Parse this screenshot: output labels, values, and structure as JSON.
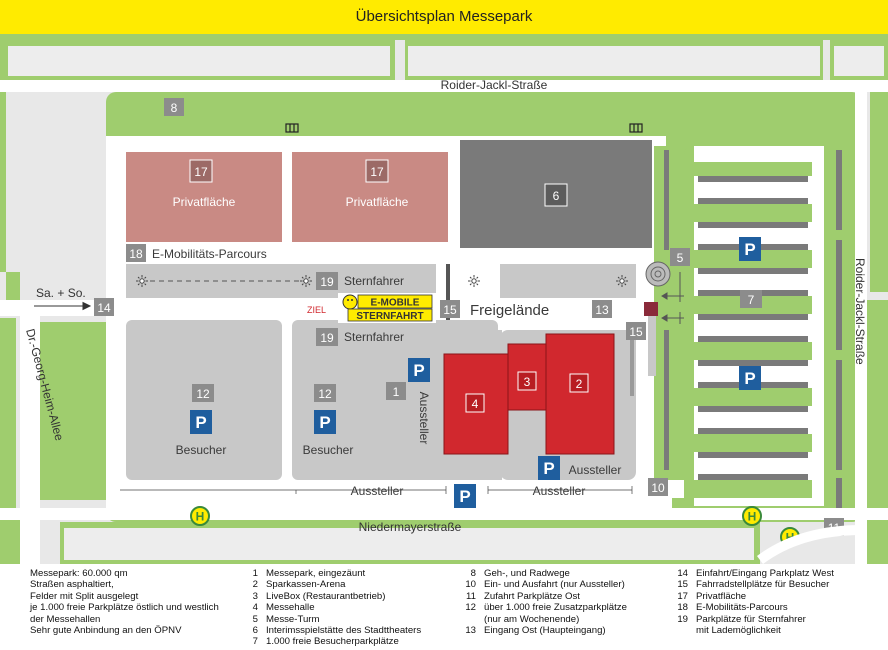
{
  "title": "Übersichtsplan Messepark",
  "colors": {
    "green": "#9fcd6e",
    "road": "#ffffff",
    "grey": "#c8c8c8",
    "dark_grey": "#7a7a7a",
    "private": "#c98a84",
    "hall": "#d1282e",
    "parking_blue": "#1f5e9e",
    "yellow": "#ffeb00"
  },
  "streets": {
    "top": "Roider-Jackl-Straße",
    "right": "Roider-Jackl-Straße",
    "bottom": "Niedermayerstraße",
    "left": "Dr.-Georg-Heim-Allee",
    "left_arrow": "Sa. + So."
  },
  "areas": {
    "privat_1": {
      "num": "17",
      "label": "Privatfläche"
    },
    "privat_2": {
      "num": "17",
      "label": "Privatfläche"
    },
    "theater": {
      "num": "6"
    },
    "emobility": {
      "num": "18",
      "label": "E-Mobilitäts-Parcours"
    },
    "sternfahrer_1": {
      "num": "19",
      "label": "Sternfahrer"
    },
    "sternfahrer_2": {
      "num": "19",
      "label": "Sternfahrer"
    },
    "ziel": "ZIEL",
    "logo_line1": "E-MOBILE",
    "logo_line2": "STERNFAHRT",
    "gate_15": "15",
    "freigelaende": "Freigelände",
    "east_entrance": "13",
    "bike_15": "15",
    "tower_5": "5",
    "besucher_left": {
      "num": "12",
      "label": "Besucher"
    },
    "besucher_mid": {
      "num": "12",
      "label": "Besucher"
    },
    "messepark": {
      "num": "1"
    },
    "aussteller_vertical": "Aussteller",
    "hall_4": "4",
    "hall_3": "3",
    "hall_2": "2",
    "aussteller_right": "Aussteller",
    "aussteller_bottom_1": "Aussteller",
    "aussteller_bottom_2": "Aussteller",
    "entry_10": "10",
    "parking_east": "7",
    "road_8": "8",
    "road_14": "14",
    "road_11": "11",
    "parking_symbol": "P",
    "bus_symbol": "H"
  },
  "legend": {
    "info": [
      "Messepark: 60.000 qm",
      "Straßen asphaltiert,",
      "Felder mit Split ausgelegt",
      "je 1.000 freie Parkplätze östlich und westlich",
      "der Messehallen",
      "Sehr gute Anbindung an den ÖPNV"
    ],
    "col1": [
      {
        "num": "1",
        "text": "Messepark, eingezäunt"
      },
      {
        "num": "2",
        "text": "Sparkassen-Arena"
      },
      {
        "num": "3",
        "text": "LiveBox (Restaurantbetrieb)"
      },
      {
        "num": "4",
        "text": "Messehalle"
      },
      {
        "num": "5",
        "text": "Messe-Turm"
      },
      {
        "num": "6",
        "text": "Interimsspielstätte des Stadttheaters"
      },
      {
        "num": "7",
        "text": "1.000 freie Besucherparkplätze"
      }
    ],
    "col2": [
      {
        "num": "8",
        "text": "Geh-, und Radwege"
      },
      {
        "num": "10",
        "text": "Ein- und Ausfahrt (nur Aussteller)"
      },
      {
        "num": "11",
        "text": "Zufahrt Parkplätze Ost"
      },
      {
        "num": "12",
        "text": "über 1.000 freie Zusatzparkplätze\n(nur am Wochenende)"
      },
      {
        "num": "13",
        "text": "Eingang Ost (Haupteingang)"
      }
    ],
    "col3": [
      {
        "num": "14",
        "text": "Einfahrt/Eingang Parkplatz West"
      },
      {
        "num": "15",
        "text": "Fahrradstellplätze für Besucher"
      },
      {
        "num": "17",
        "text": "Privatfläche"
      },
      {
        "num": "18",
        "text": "E-Mobilitäts-Parcours"
      },
      {
        "num": "19",
        "text": "Parkplätze für Sternfahrer\nmit Lademöglichkeit"
      }
    ]
  }
}
